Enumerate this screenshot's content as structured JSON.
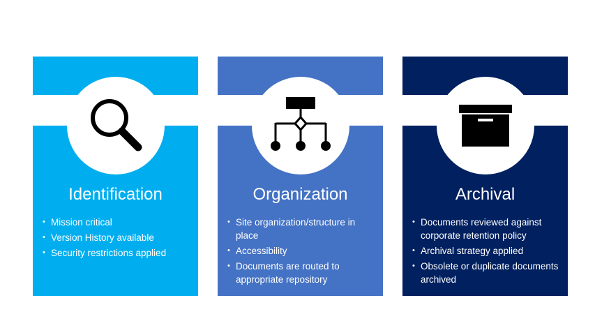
{
  "colors": {
    "identification": "#00aeef",
    "organization": "#4472c4",
    "archival": "#002060",
    "icon": "#000000"
  },
  "cards": [
    {
      "title": "Identification",
      "icon": "magnifying-glass-icon",
      "bullets": [
        "Mission critical",
        "Version History available",
        "Security restrictions applied"
      ]
    },
    {
      "title": "Organization",
      "icon": "hierarchy-icon",
      "bullets": [
        "Site organization/structure in place",
        "Accessibility",
        "Documents are routed to appropriate repository"
      ]
    },
    {
      "title": "Archival",
      "icon": "archive-box-icon",
      "bullets": [
        "Documents reviewed against corporate retention policy",
        "Archival strategy applied",
        "Obsolete or duplicate documents archived"
      ]
    }
  ]
}
